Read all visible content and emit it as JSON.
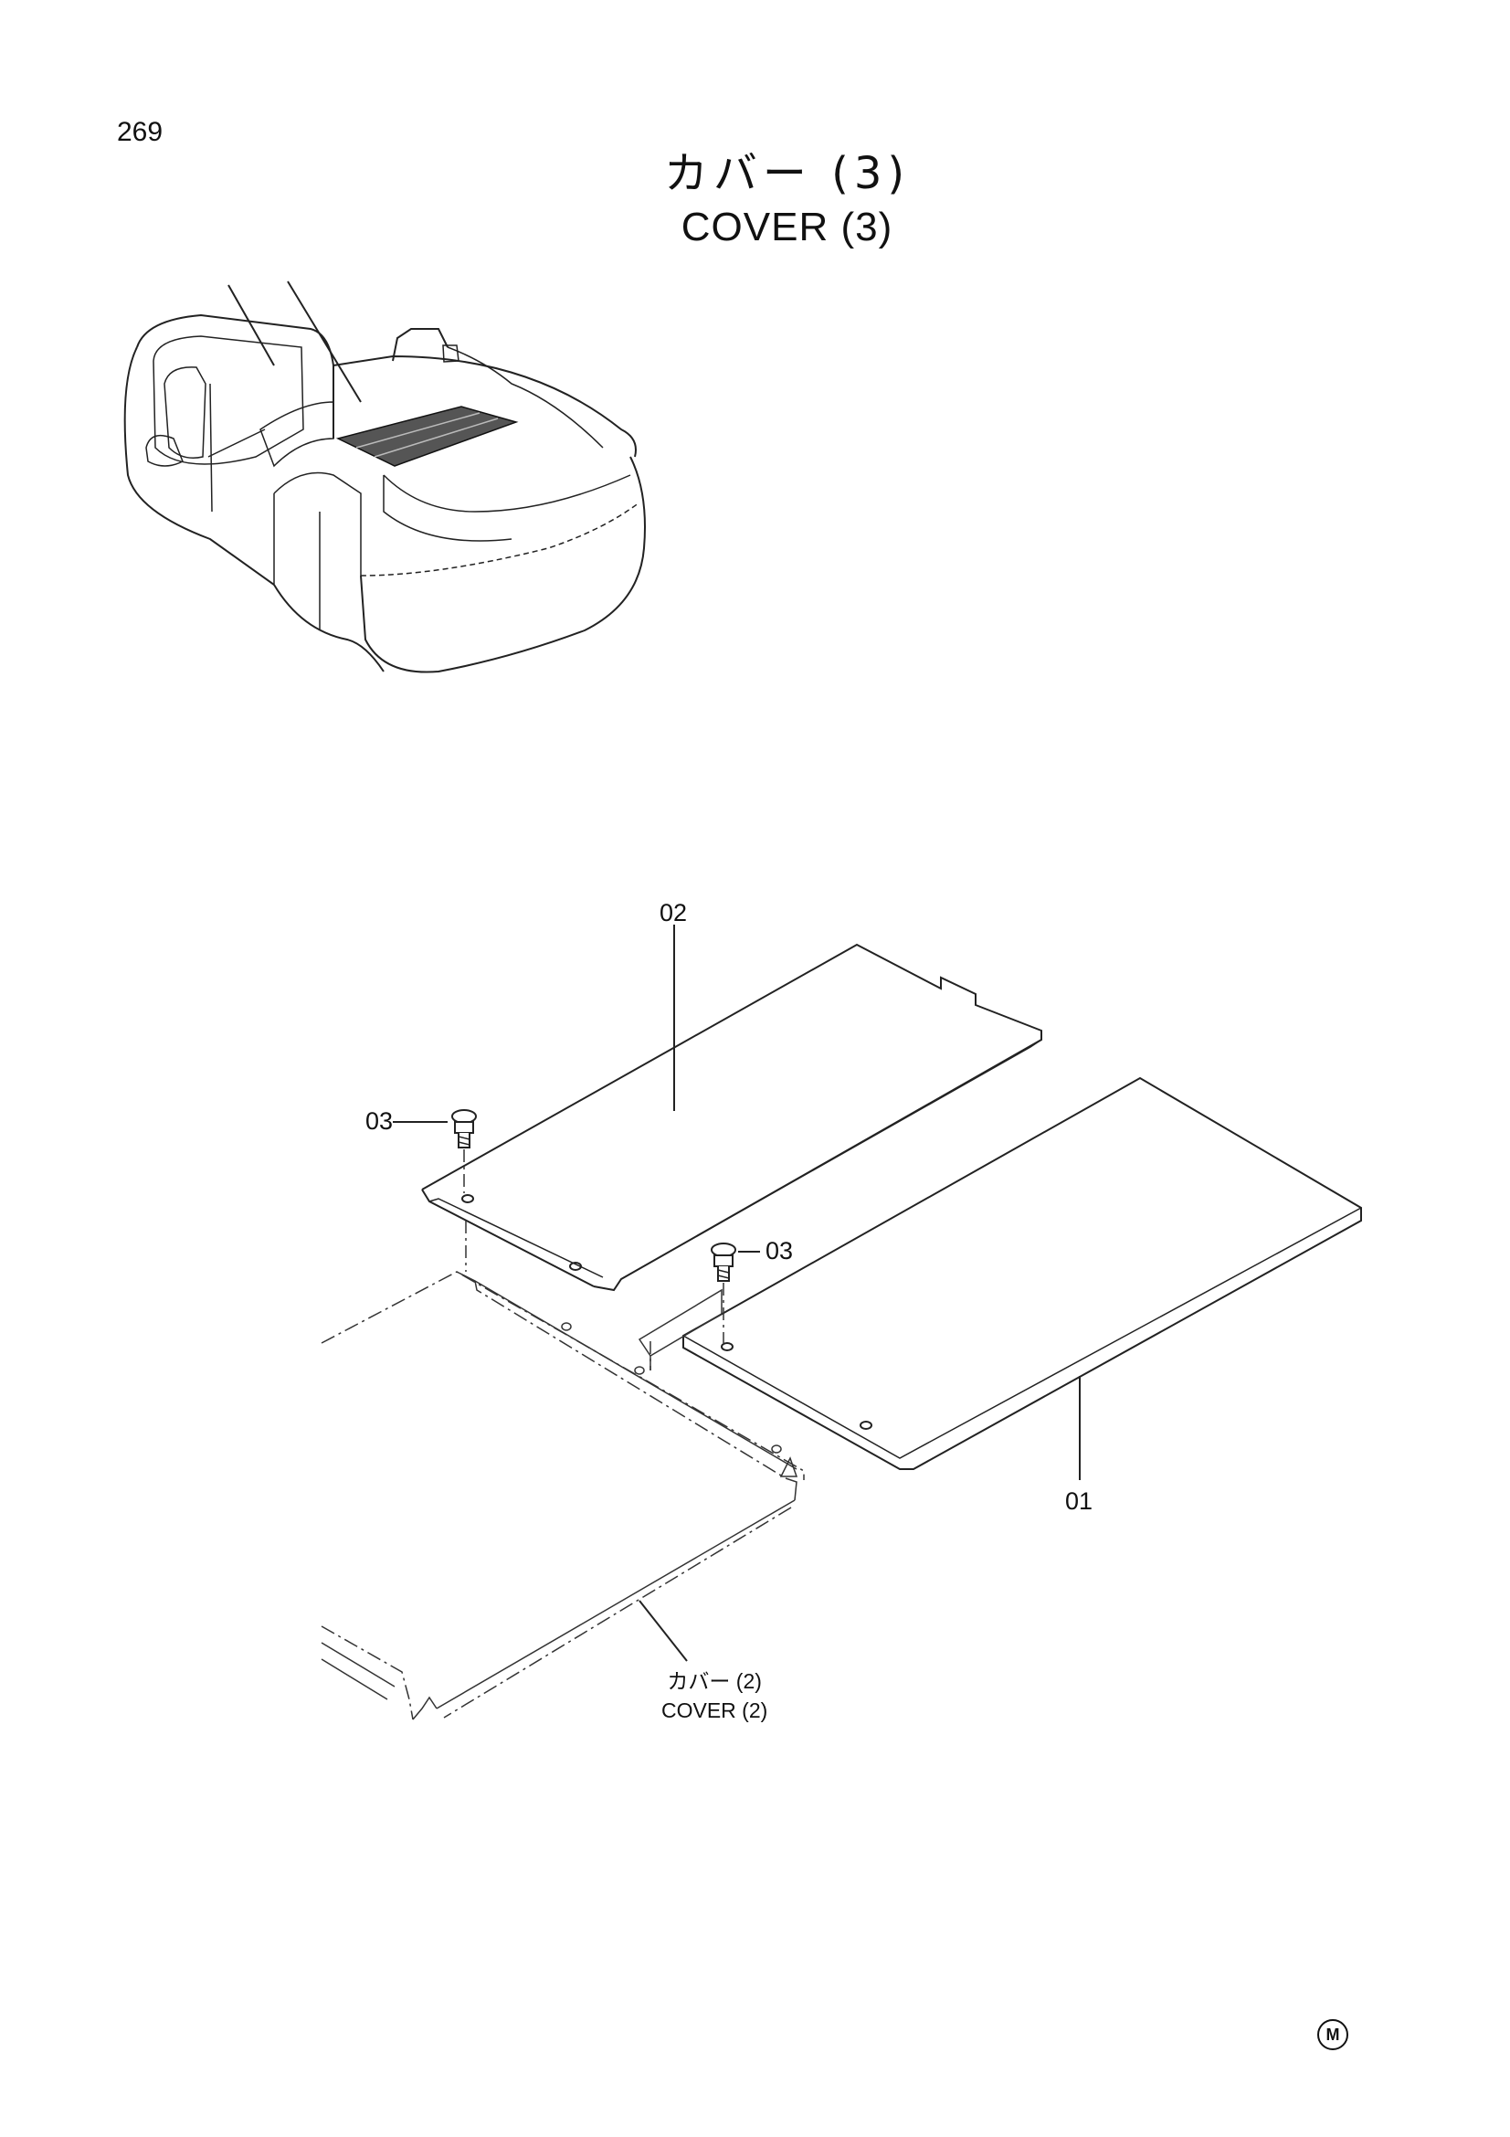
{
  "page_number": "269",
  "title": {
    "japanese": "カバー (3)",
    "english": "COVER (3)"
  },
  "callouts": {
    "part_01": "01",
    "part_02": "02",
    "part_03_left": "03",
    "part_03_right": "03"
  },
  "reference": {
    "japanese": "カバー (2)",
    "english": "COVER (2)"
  },
  "corner_mark": "M"
}
